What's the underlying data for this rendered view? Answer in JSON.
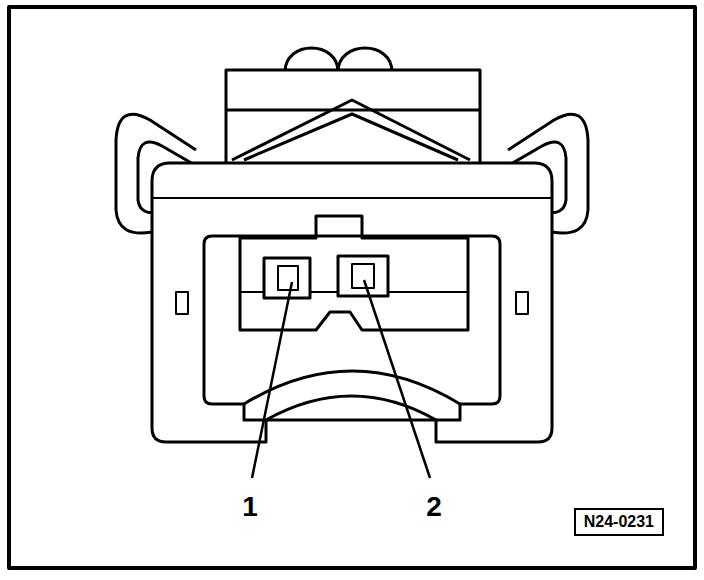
{
  "diagram": {
    "nodes": [
      {
        "text": [
          "N24-0231"
        ]
      }
    ],
    "labels": [
      "1",
      "2"
    ]
  }
}
